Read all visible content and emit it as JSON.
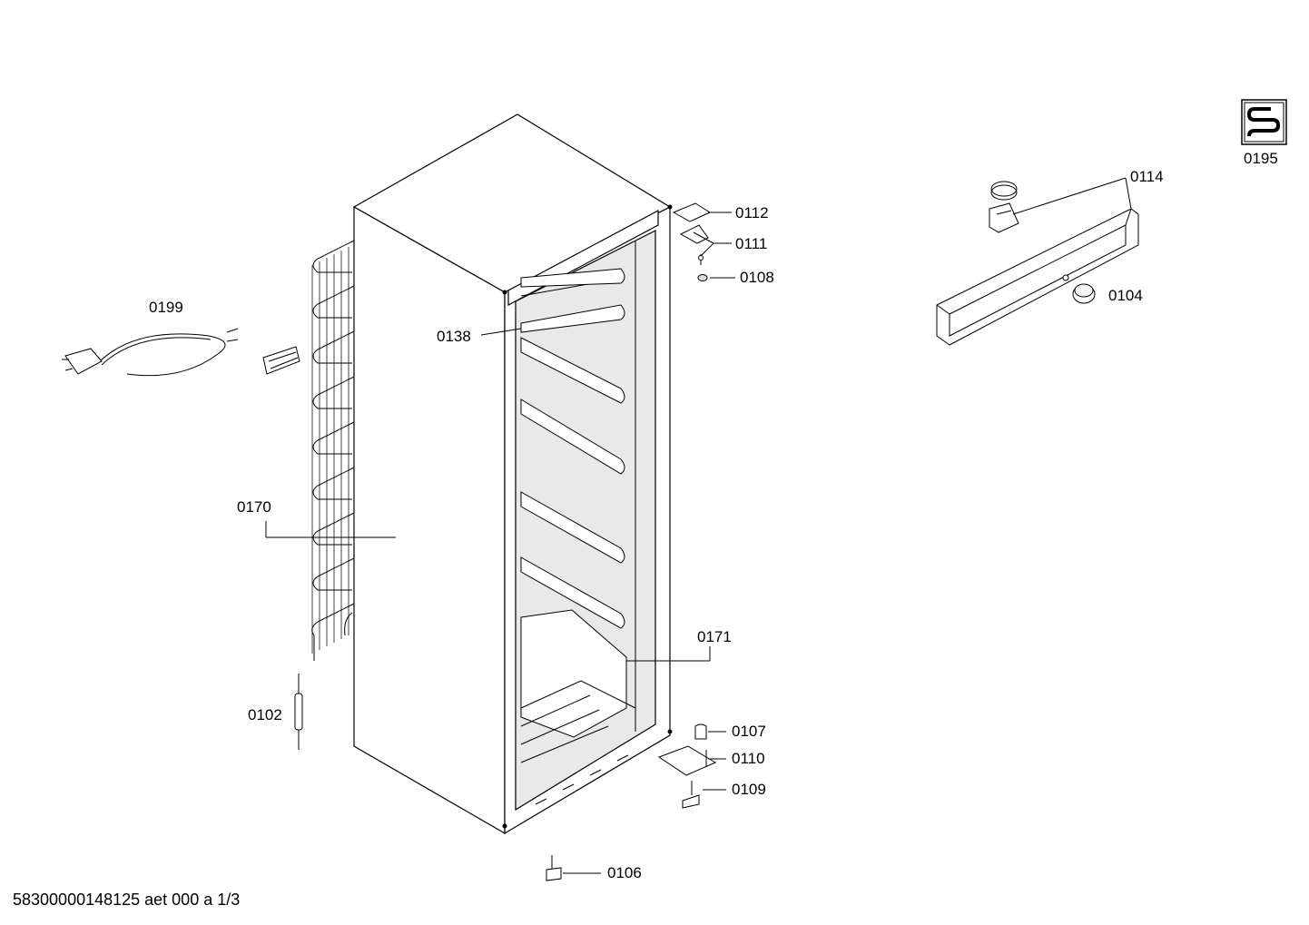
{
  "document_code": "58300000148125 aet 000 a 1/3",
  "callouts": [
    {
      "id": "0195",
      "label": "0195"
    },
    {
      "id": "0114",
      "label": "0114"
    },
    {
      "id": "0112",
      "label": "0112"
    },
    {
      "id": "0111",
      "label": "0111"
    },
    {
      "id": "0108",
      "label": "0108"
    },
    {
      "id": "0104",
      "label": "0104"
    },
    {
      "id": "0199",
      "label": "0199"
    },
    {
      "id": "0138",
      "label": "0138"
    },
    {
      "id": "0170",
      "label": "0170"
    },
    {
      "id": "0171",
      "label": "0171"
    },
    {
      "id": "0102",
      "label": "0102"
    },
    {
      "id": "0107",
      "label": "0107"
    },
    {
      "id": "0110",
      "label": "0110"
    },
    {
      "id": "0109",
      "label": "0109"
    },
    {
      "id": "0106",
      "label": "0106"
    }
  ],
  "icons": {
    "coil_symbol": "condenser-coil-icon"
  }
}
